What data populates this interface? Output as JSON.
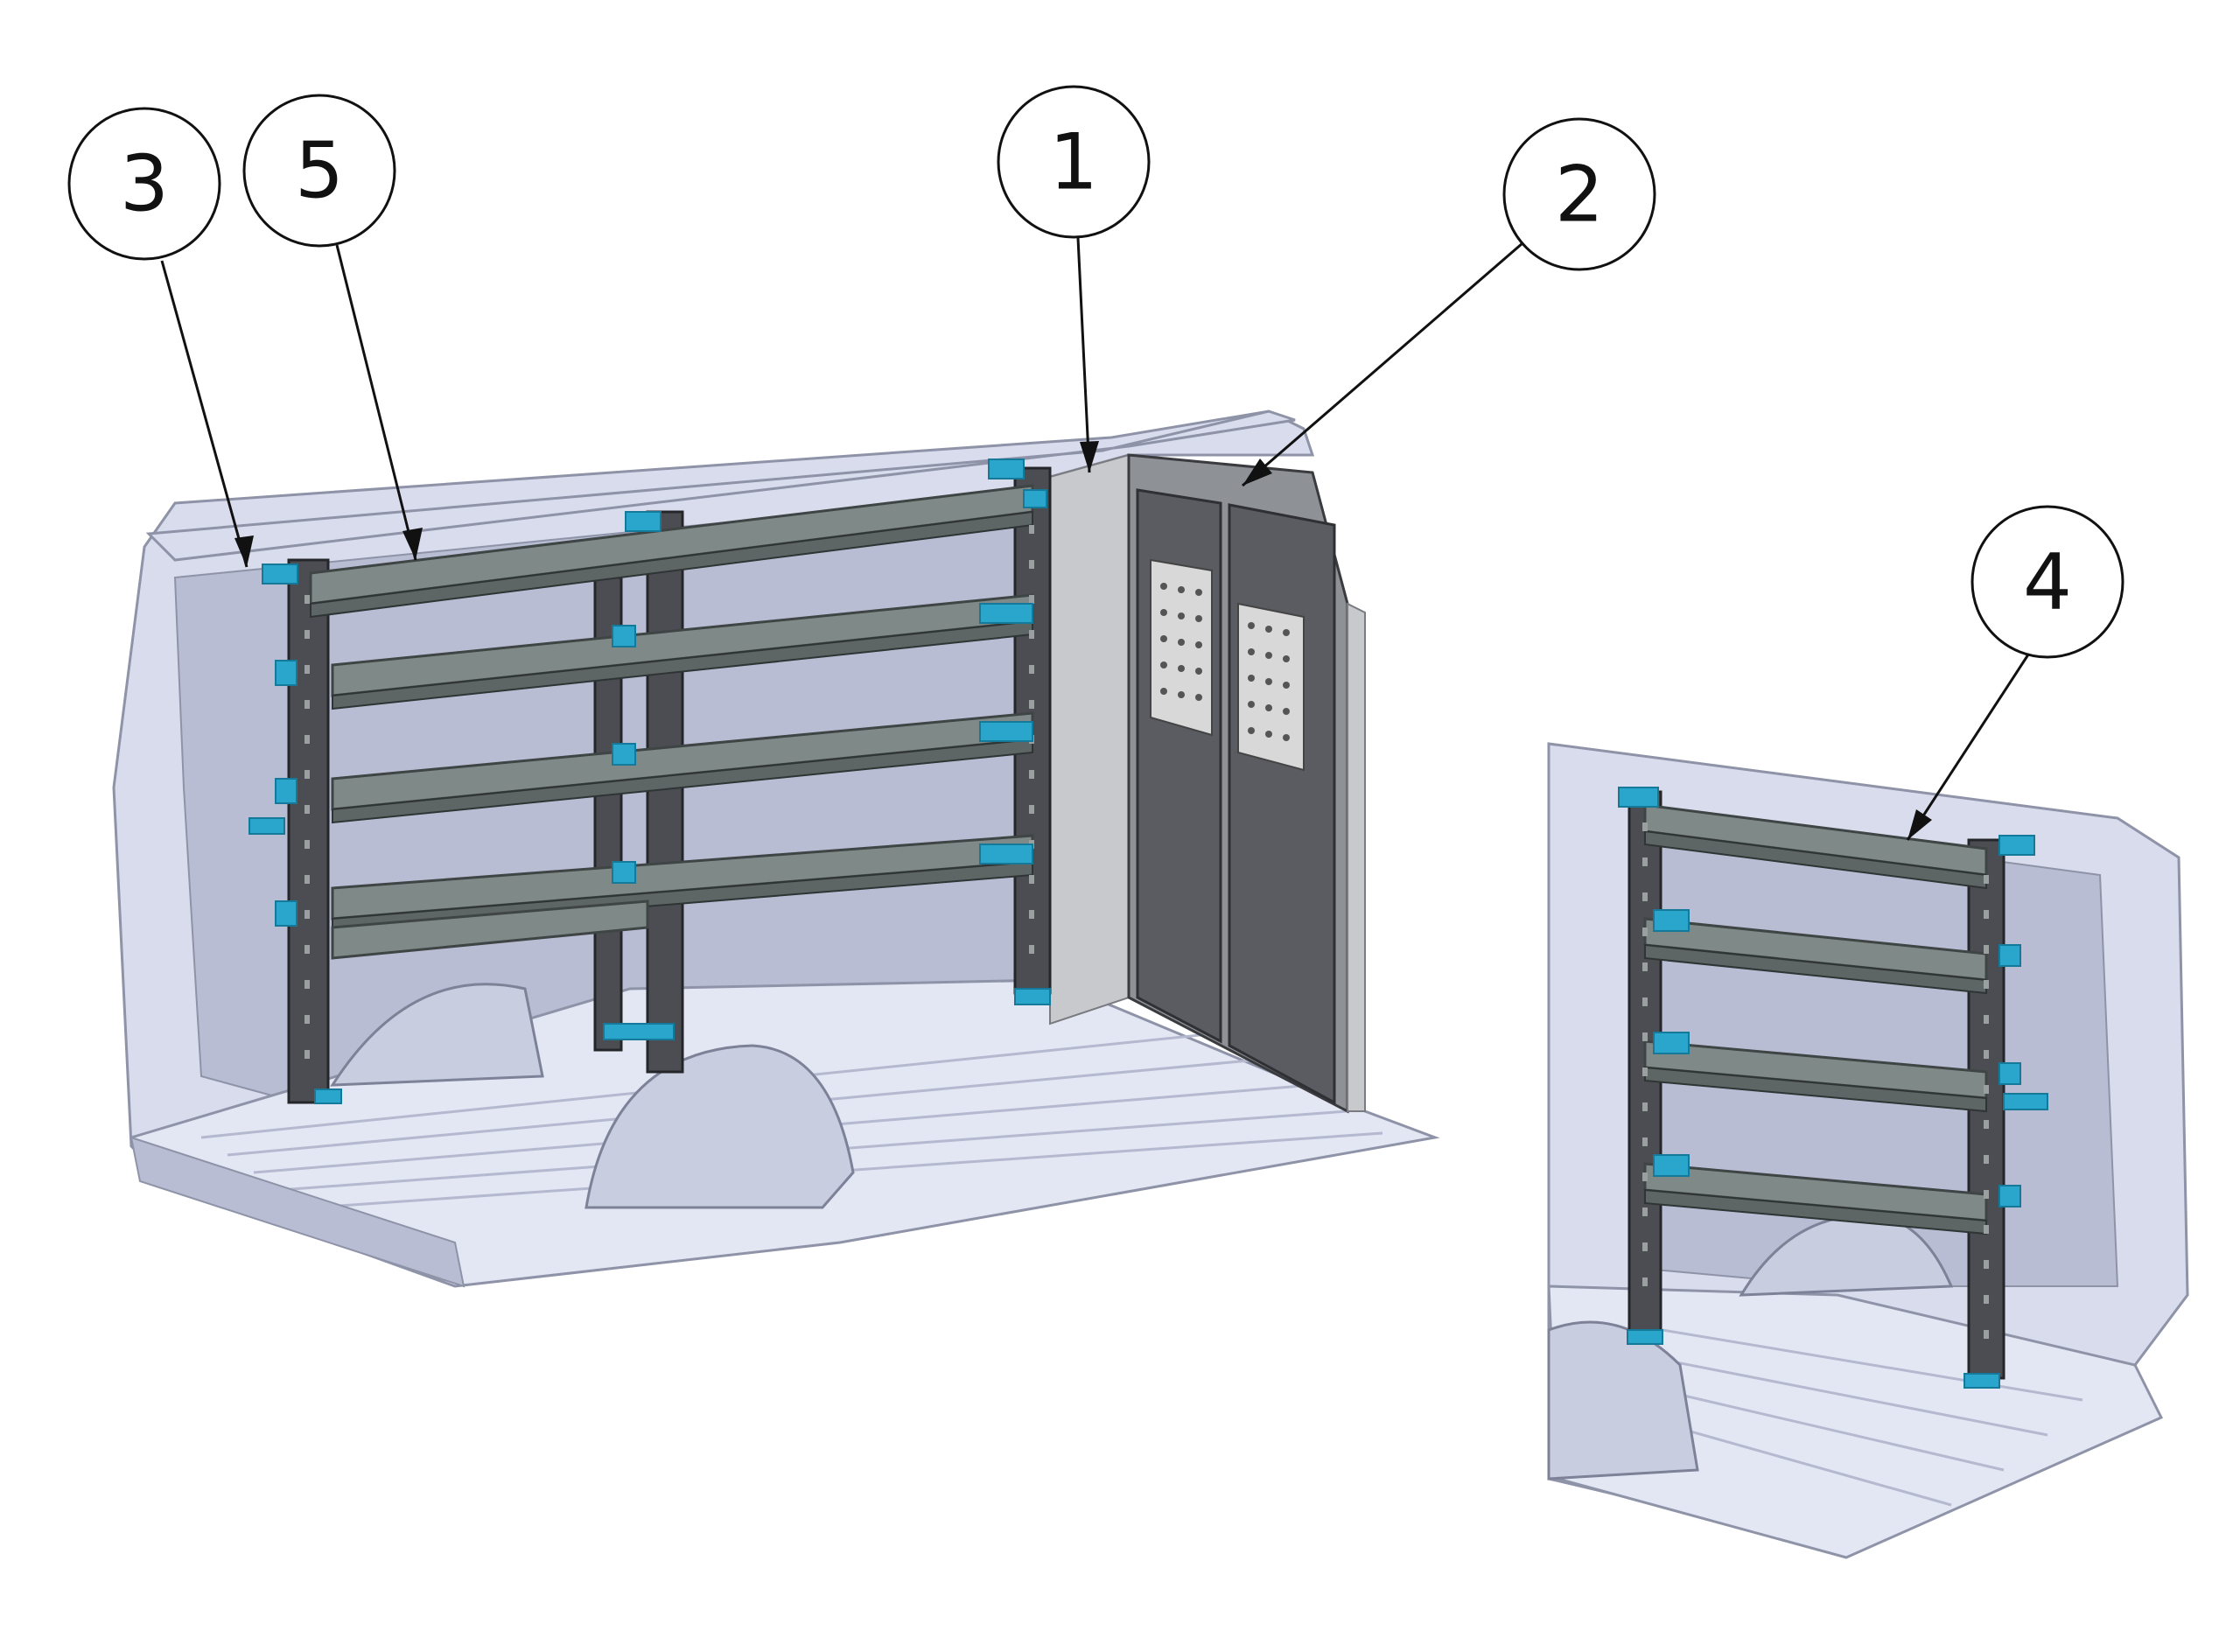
{
  "callouts": [
    {
      "id": "callout-3",
      "label": "3"
    },
    {
      "id": "callout-5",
      "label": "5"
    },
    {
      "id": "callout-1",
      "label": "1"
    },
    {
      "id": "callout-2",
      "label": "2"
    },
    {
      "id": "callout-4",
      "label": "4"
    }
  ],
  "colors": {
    "van_body": "#d9dced",
    "shelf": "#7f8a88",
    "upright": "#4b4d52",
    "bracket_accent": "#2aa6cc",
    "partition": "#5a5c62",
    "callout_stroke": "#111111"
  }
}
